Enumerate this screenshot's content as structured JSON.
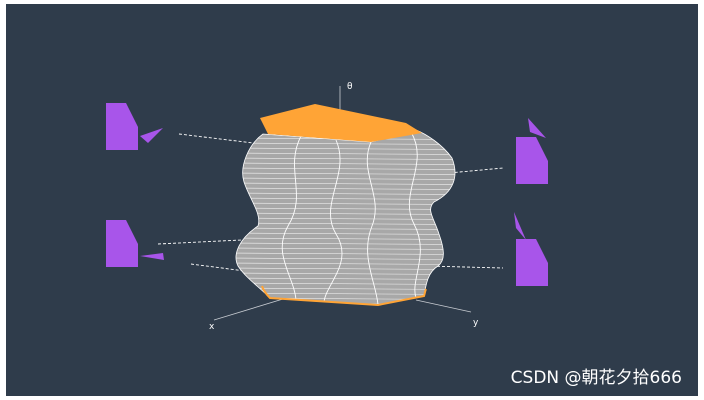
{
  "figure": {
    "theta_label": "θ",
    "x_label": "x",
    "y_label": "y",
    "watermark": "CSDN @朝花夕拾666"
  },
  "colors": {
    "background": "#2f3c4b",
    "solid_fill": "#a8a8a8",
    "solid_lines": "#ffffff",
    "top_face": "#ffa436",
    "bottom_edge": "#ffa436",
    "profile_shape": "#a855ea",
    "dashed_lines": "#ffffff",
    "axis_lines": "#c8ccd2",
    "watermark": "#ffffff"
  }
}
